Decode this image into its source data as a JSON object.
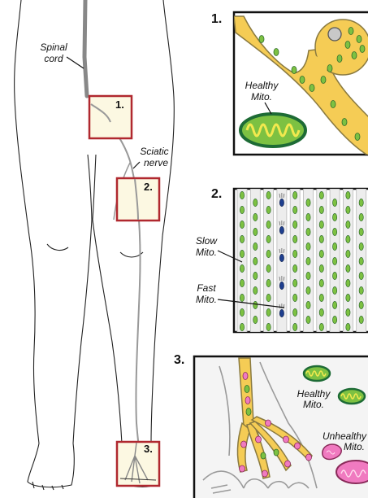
{
  "labels": {
    "spinal_cord": [
      "Spinal",
      "cord"
    ],
    "sciatic_nerve": [
      "Sciatic",
      "nerve"
    ],
    "healthy_mito_1": [
      "Healthy",
      "Mito."
    ],
    "slow_mito": [
      "Slow",
      "Mito."
    ],
    "fast_mito": [
      "Fast",
      "Mito."
    ],
    "healthy_mito_3": [
      "Healthy",
      "Mito."
    ],
    "unhealthy_mito": [
      "Unhealthy",
      "Mito."
    ]
  },
  "panel_numbers": {
    "leg_box_1": "1.",
    "leg_box_2": "2.",
    "leg_box_3": "3.",
    "panel_1": "1.",
    "panel_2": "2.",
    "panel_3": "3."
  },
  "colors": {
    "nerve_fill": "#f5cc55",
    "nerve_stroke": "#8a7a40",
    "mito_green": "#7dc142",
    "mito_dark": "#1d6b35",
    "mito_inner_wave": "#f2e94e",
    "fast_mito_blue": "#1f3f8f",
    "unhealthy_pink": "#f07ac0",
    "box_red": "#b0282f",
    "box_fill": "#fcf8e2",
    "spinal_gray": "#888888"
  }
}
